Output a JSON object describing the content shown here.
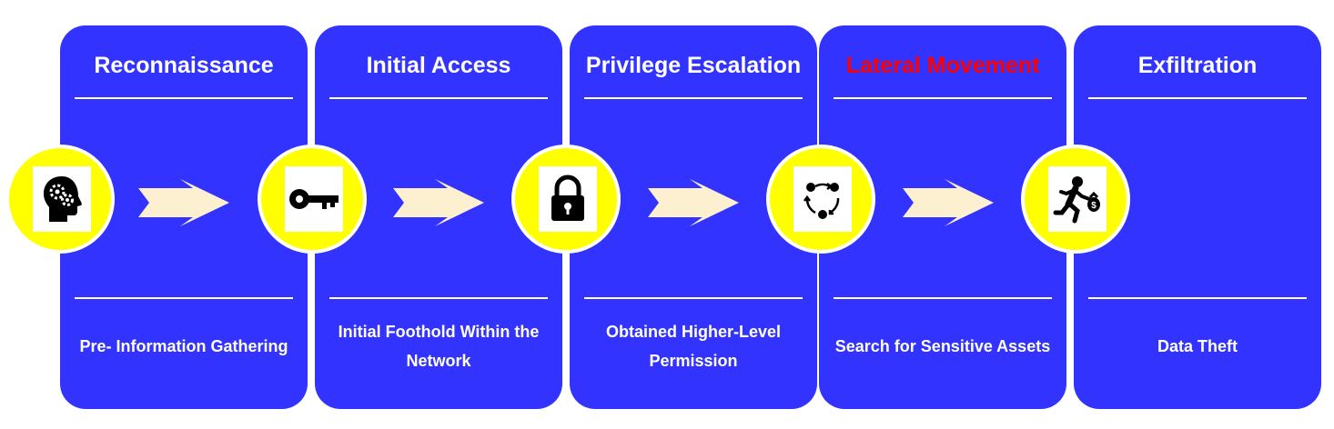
{
  "stages": [
    {
      "title": "Reconnaissance",
      "description": "Pre- Information Gathering",
      "highlight": false,
      "icon": "head-gears-icon"
    },
    {
      "title": "Initial Access",
      "description": "Initial Foothold Within the Network",
      "highlight": false,
      "icon": "key-icon"
    },
    {
      "title": "Privilege Escalation",
      "description": "Obtained Higher-Level Permission",
      "highlight": false,
      "icon": "padlock-icon"
    },
    {
      "title": "Lateral Movement",
      "description": "Search for Sensitive Assets",
      "highlight": true,
      "icon": "cycle-arrows-icon"
    },
    {
      "title": "Exfiltration",
      "description": "Data Theft",
      "highlight": false,
      "icon": "running-thief-icon"
    }
  ],
  "colors": {
    "panel": "#3333ff",
    "node": "#ffff00",
    "arrow": "#fdf0d0",
    "highlight_text": "#ff0000",
    "text": "#ffffff"
  }
}
